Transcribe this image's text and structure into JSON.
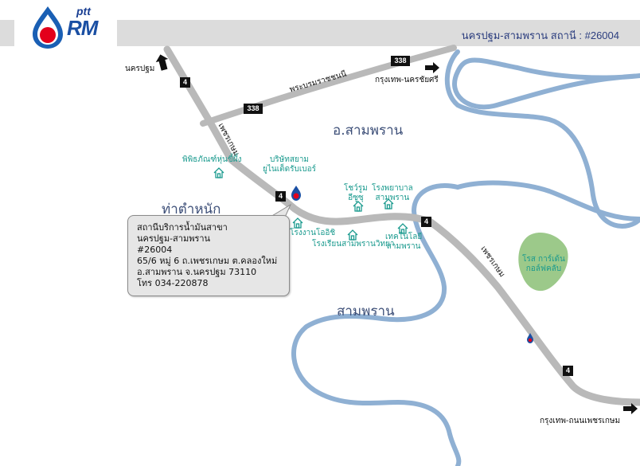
{
  "header": {
    "logo_brand": "ptt",
    "logo_unit": "RM",
    "title": "นครปฐม-สามพราน สถานี : #26004"
  },
  "map": {
    "roads": {
      "phra_borom_ratchachonnani": "พระบรมราชชนนี",
      "phetkasem_upper": "เพชรเกษม",
      "phetkasem_lower": "เพชรเกษม"
    },
    "shields": {
      "r338_top": "338",
      "r338_mid": "338",
      "r4_top": "4",
      "r4_station": "4",
      "r4_curve": "4",
      "r4_bottom": "4"
    },
    "directions": {
      "nakhon_pathom": "นครปฐม",
      "bangkok_nakhon_chai_si": "กรุงเทพ-นครชัยศรี",
      "bangkok_phetkasem": "กรุงเทพ-ถนนเพชรเกษม"
    },
    "districts": {
      "amphoe_sam_phran": "อ.สามพราน",
      "tha_tam_nak": "ท่าตำหนัก",
      "sam_phran": "สามพราน"
    },
    "places": {
      "museum": [
        "พิพิธภัณฑ์หุ่นขี้ผึ้ง"
      ],
      "siam_united_rubber": [
        "บริษัทสยาม",
        "ยูไนเต็ดรับเบอร์"
      ],
      "christ_church": [
        "โชว์รูม",
        "อีซูซุ"
      ],
      "hospital": [
        "โรงพยาบาล",
        "สามพราน"
      ],
      "factory": [
        "โรงงานโออิชิ"
      ],
      "school": [
        "โรงเรียนสามพรานวิทยา"
      ],
      "tech_college": [
        "เทคโนโลยี",
        "สามพราน"
      ],
      "rose_garden": [
        "โรส การ์เด้น",
        "กอล์ฟคลับ"
      ]
    },
    "colors": {
      "river": "#8fb0d3",
      "road": "#b9b9b9",
      "golf": "#9cc98a",
      "place_text": "#1a9a8e",
      "station": "#1a4fa3"
    }
  },
  "callout": {
    "name_line1": "สถานีบริการน้ำมันสาขา",
    "name_line2": "นครปฐม-สามพราน",
    "code": "#26004",
    "address_line1": "65/6 หมู่ 6 ถ.เพชรเกษม ต.คลองใหม่",
    "address_line2": "อ.สามพราน จ.นครปฐม 73110",
    "phone": "โทร 034-220878"
  }
}
